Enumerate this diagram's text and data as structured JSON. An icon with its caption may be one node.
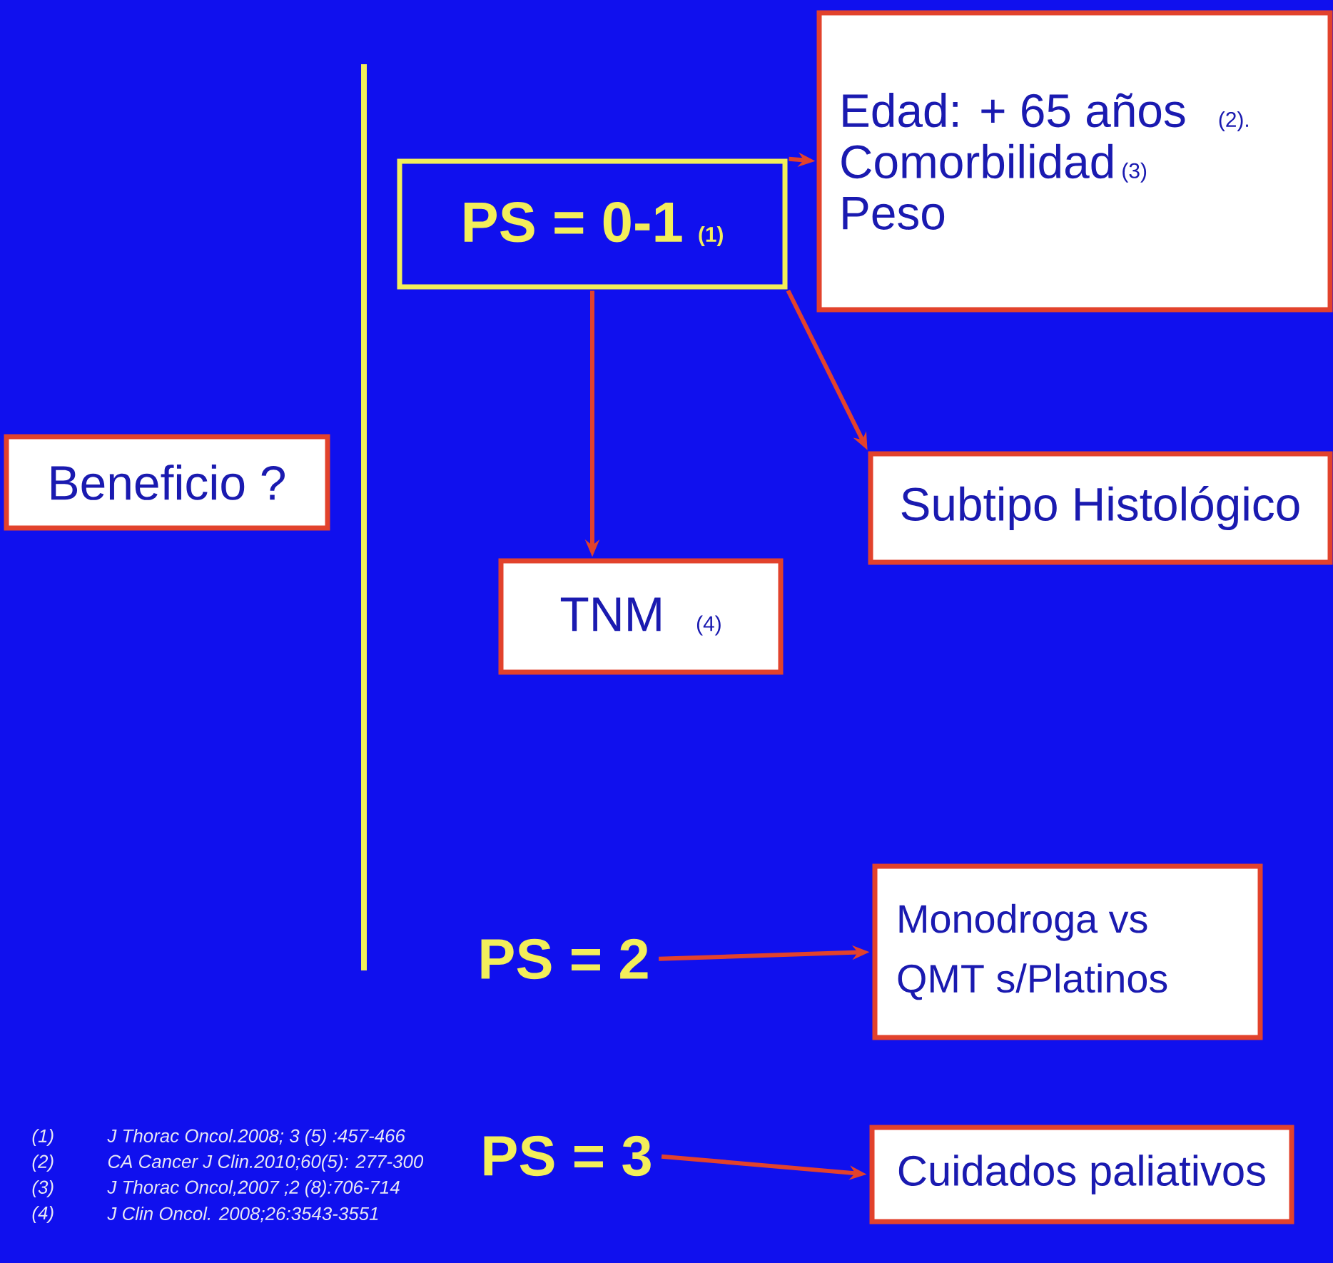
{
  "diagram": {
    "nodes": [
      {
        "text": [
          "Beneficio ?"
        ]
      },
      {
        "text": [
          "PS = 0-1",
          "(1)"
        ]
      },
      {
        "text": [
          "Edad: + 65 años",
          "(2).",
          "Comorbilidad",
          "(3)",
          "Peso"
        ]
      },
      {
        "text": [
          "Subtipo Histológico"
        ]
      },
      {
        "text": [
          "TNM",
          "(4)"
        ]
      },
      {
        "text": [
          "PS = 2"
        ]
      },
      {
        "text": [
          "Monodroga vs QMT s/Platinos"
        ]
      },
      {
        "text": [
          "PS = 3"
        ]
      },
      {
        "text": [
          "Cuidados paliativos"
        ]
      }
    ],
    "edges": [
      {
        "from": 1,
        "to": 2,
        "arrow": "to"
      },
      {
        "from": 1,
        "to": 4,
        "arrow": "to"
      },
      {
        "from": 1,
        "to": 3,
        "arrow": "to"
      },
      {
        "from": 5,
        "to": 6,
        "arrow": "to"
      },
      {
        "from": 7,
        "to": 8,
        "arrow": "to"
      }
    ],
    "labels": [
      "(1)",
      "J Thorac Oncol.2008; 3 (5) :457-466",
      "(2)",
      "CA Cancer J Clin.2010;60(5): 277-300",
      "(3)",
      "J Thorac Oncol,2007 ;2 (8):706-714",
      "(4)",
      "J Clin Oncol. 2008;26:3543-3551"
    ]
  }
}
